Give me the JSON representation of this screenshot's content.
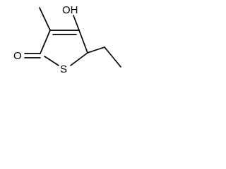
{
  "molecule": {
    "atom_labels": {
      "hydroxyl": "OH",
      "carbonyl_oxygen": "O",
      "sulfur": "S"
    }
  }
}
